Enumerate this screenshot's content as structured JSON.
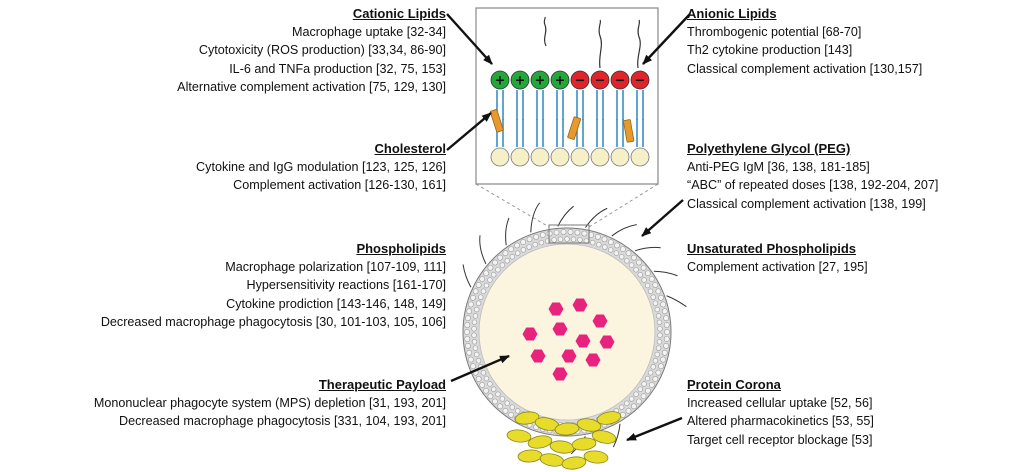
{
  "cationic_lipids": {
    "title": "Cationic Lipids",
    "lines": [
      "Macrophage uptake [32-34]",
      "Cytotoxicity (ROS production) [33,34, 86-90]",
      "IL-6 and TNFa production [32, 75, 153]",
      "Alternative complement activation [75, 129, 130]"
    ]
  },
  "cholesterol": {
    "title": "Cholesterol",
    "lines": [
      "Cytokine and IgG modulation [123, 125, 126]",
      "Complement activation [126-130, 161]"
    ]
  },
  "phospholipids": {
    "title": "Phospholipids",
    "lines": [
      "Macrophage polarization [107-109, 111]",
      "Hypersensitivity reactions [161-170]",
      "Cytokine prodiction [143-146, 148, 149]",
      "Decreased macrophage phagocytosis [30, 101-103, 105, 106]"
    ]
  },
  "therapeutic_payload": {
    "title": "Therapeutic Payload",
    "lines": [
      "Mononuclear phagocyte system (MPS) depletion [31, 193, 201]",
      "Decreased macrophage phagocytosis [331, 104, 193, 201]"
    ]
  },
  "anionic_lipids": {
    "title": "Anionic Lipids",
    "lines": [
      "Thrombogenic potential [68-70]",
      "Th2 cytokine production [143]",
      "Classical complement activation [130,157]"
    ]
  },
  "peg": {
    "title": "Polyethylene Glycol (PEG)",
    "lines": [
      "Anti-PEG IgM [36, 138, 181-185]",
      "“ABC” of repeated doses [138, 192-204, 207]",
      "Classical complement activation [138, 199]"
    ]
  },
  "unsaturated_phospholipids": {
    "title": "Unsaturated Phospholipids",
    "lines": [
      "Complement activation [27, 195]"
    ]
  },
  "protein_corona": {
    "title": "Protein Corona",
    "lines": [
      "Increased cellular uptake [52, 56]",
      "Altered pharmacokinetics [53, 55]",
      "Target cell receptor blockage [53]"
    ]
  },
  "colors": {
    "cationic_head": "#22a83a",
    "anionic_head": "#e0242c",
    "tail": "#3a8fc8",
    "cholesterol": "#e69a2e",
    "inner_head": "#f6f0c8",
    "payload": "#e8237d",
    "corona": "#e8dc2a",
    "particle_core": "#fbf4de",
    "shell": "#9a9a9a"
  },
  "symbols": {
    "plus": "+",
    "minus": "−"
  }
}
